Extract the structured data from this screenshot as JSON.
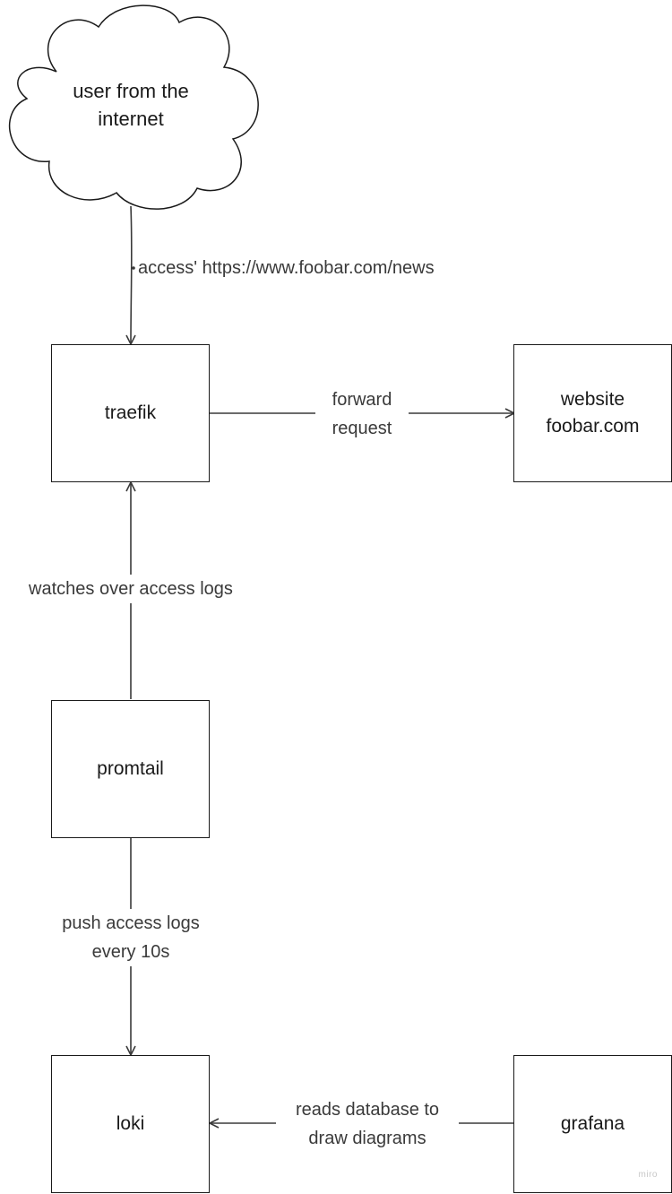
{
  "nodes": {
    "cloud": "user from the\ninternet",
    "traefik": "traefik",
    "website": "website\nfoobar.com",
    "promtail": "promtail",
    "loki": "loki",
    "grafana": "grafana"
  },
  "edges": {
    "access": "access' https://www.foobar.com/news",
    "forward": "forward\nrequest",
    "watches": "watches over access logs",
    "push": "push access logs\nevery 10s",
    "reads": "reads database to\ndraw diagrams"
  },
  "watermark": "miro"
}
